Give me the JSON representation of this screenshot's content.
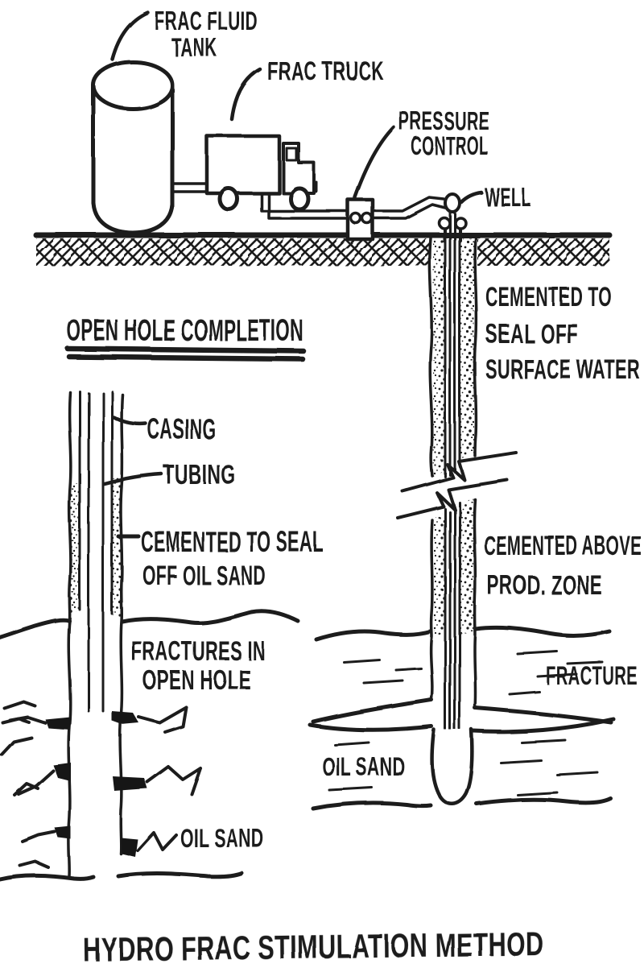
{
  "figure": {
    "title": "HYDRO FRAC STIMULATION METHOD"
  },
  "surface": {
    "tank": {
      "line1": "FRAC FLUID",
      "line2": "TANK"
    },
    "truck_label": "FRAC TRUCK",
    "pressure": {
      "line1": "PRESSURE",
      "line2": "CONTROL"
    },
    "well_label": "WELL"
  },
  "open_hole": {
    "heading": "OPEN HOLE COMPLETION",
    "casing_label": "CASING",
    "tubing_label": "TUBING",
    "cement": {
      "line1": "CEMENTED TO SEAL",
      "line2": "OFF OIL SAND"
    },
    "fractures": {
      "line1": "FRACTURES IN",
      "line2": "OPEN HOLE"
    },
    "oil_sand_label": "OIL SAND"
  },
  "cased_well": {
    "cement_surface": {
      "line1": "CEMENTED TO",
      "line2": "SEAL OFF",
      "line3": "SURFACE WATER"
    },
    "cement_prod": {
      "line1": "CEMENTED ABOVE",
      "line2": "PROD.  ZONE"
    },
    "fracture_label": "FRACTURE",
    "oil_sand_label": "OIL SAND"
  },
  "colors": {
    "ink": "#1b1b1b",
    "paper": "#ffffff"
  }
}
